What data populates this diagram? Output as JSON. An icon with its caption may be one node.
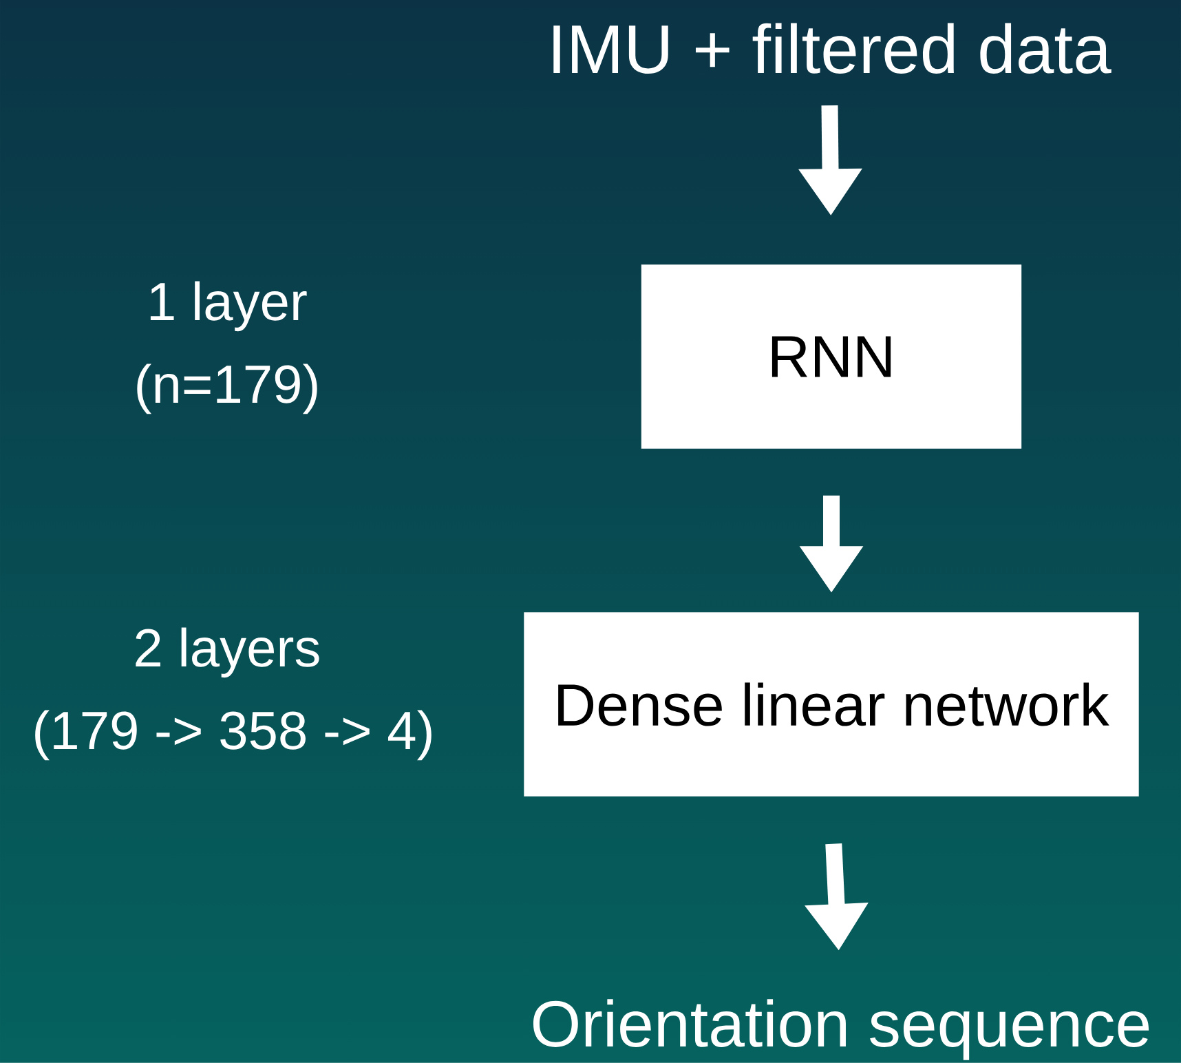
{
  "diagram": {
    "nodes": [
      {
        "text": [
          "IMU + filtered data"
        ]
      },
      {
        "text": [
          "RNN"
        ],
        "beside": [
          "1 layer",
          "(n=179)"
        ]
      },
      {
        "text": [
          "Dense linear network"
        ],
        "beside": [
          "2 layers",
          "(179 -> 358 -> 4)"
        ]
      },
      {
        "text": [
          "Orientation sequence"
        ]
      }
    ],
    "edges": [
      {
        "from": 0,
        "to": 1,
        "arrow": "to"
      },
      {
        "from": 1,
        "to": 2,
        "arrow": "to"
      },
      {
        "from": 2,
        "to": 3,
        "arrow": "to"
      }
    ]
  }
}
